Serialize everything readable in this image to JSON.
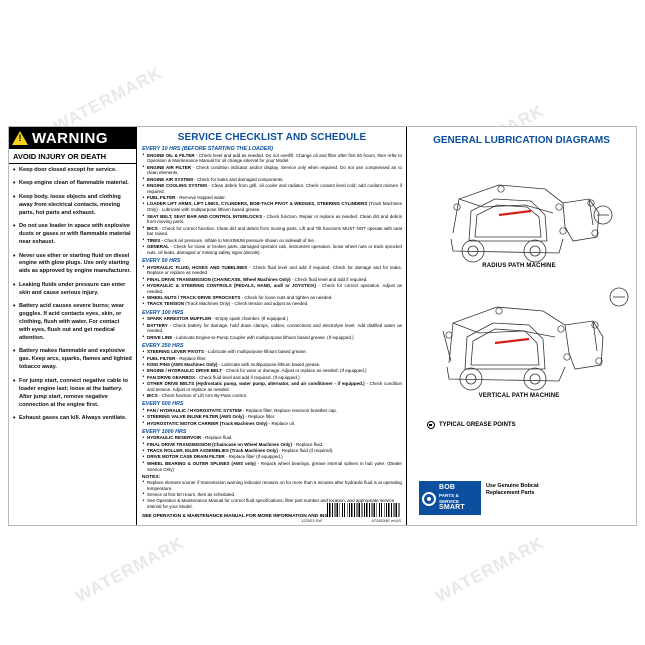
{
  "document": {
    "type": "Bobcat loader service decal",
    "part_number_right": "6734534E enUS",
    "part_number_left": "122923 SW"
  },
  "warning_panel": {
    "title": "WARNING",
    "subtitle": "AVOID INJURY OR DEATH",
    "items": [
      "Keep door closed except for service.",
      "Keep engine clean of flammable material.",
      "Keep body, loose objects and clothing away from electrical contacts, moving parts, hot parts and exhaust.",
      "Do not use loader in space with explosive dusts or gases or with flammable material near exhaust.",
      "Never use ether or starting fluid on diesel engine with glow plugs. Use only starting aids as approved by engine manufacturer.",
      "Leaking fluids under pressure can enter skin and cause serious injury.",
      "Battery acid causes severe burns; wear goggles.  If acid contacts eyes, skin, or clothing, flush with water. For contact with eyes, flush out and get medical attention.",
      "Battery makes flammable and explosive gas. Keep arcs, sparks, flames and lighted tobacco away.",
      "For jump start, connect negative cable to loader engine last; loose at the battery. After jump start, remove negative connection at the engine first.",
      "Exhaust gases can kill. Always ventilate."
    ]
  },
  "service_panel": {
    "title": "SERVICE CHECKLIST AND SCHEDULE",
    "groups": [
      {
        "heading": "EVERY 10 HRS (BEFORE STARTING THE LOADER)",
        "items": [
          "<b>ENGINE OIL &amp; FILTER</b> - Check level and add as needed.  Do not overfill.  Change oil and filter after first 50 hours, then refer to Operation &amp; Maintenance Manual for oil change interval for your Model.",
          "<b>ENGINE AIR FILTER</b> - Check condition indicator and/or display.  Service only when required.  Do not use compressed air to clean elements.",
          "<b>ENGINE AIR SYSTEM</b> - Check for leaks and damaged components.",
          "<b>ENGINE COOLING SYSTEM</b> - Clean debris from grill, oil cooler and radiator.  Check coolant level cold; add coolant mixture if required.",
          "<b>FUEL FILTER</b> - Remove trapped water.",
          "<b>LOADER LIFT ARMS, LIFT LINKS, CYLINDERS, BOB-TACH PIVOT &amp; WEDGES, STEERING CYLINDERS</b> (Track Machines Only) - Lubricate with multipurpose lithium based grease.",
          "<b>SEAT BELT, SEAT BAR AND CONTROL INTERLOCKS</b> - Check function.  Repair or replace as needed.  Clean dirt and debris from moving parts.",
          "<b>BICS</b> - Check for correct function.  Clean dirt and debris from moving parts.  Lift and Tilt functions MUST NOT operate with seat bar raised.",
          "<b>TIRES</b> - Check air pressure.  Inflate to MAXIMUM pressure shown on sidewall of tire.",
          "<b>GENERAL</b> - Check for loose or broken parts, damaged operator cab, instrument operation, loose wheel nuts or track sprocket nuts, oil leaks, damaged or missing safety signs (decals)."
        ]
      },
      {
        "heading": "EVERY 50 HRS",
        "items": [
          "<b>HYDRAULIC FLUID, HOSES AND TUBELINES</b> - Check fluid level and add if required.  Check for damage and for leaks.  Replace or replace as needed.",
          "<b>FINAL DRIVE TRANSMISSION (CHAINCASE, Wheel Machines Only)</b> - Check fluid level and add if required.",
          "<b>HYDRAULIC &amp; STEERING CONTROLS (PEDALS, HAND, and/ or JOYSTICK)</b> - Check for correct operation.  Adjust as needed.",
          "<b>WHEEL NUTS / TRACK DRIVE SPROCKETS</b> - Check for loose nuts and tighten as needed.",
          "<b>TRACK TENSION</b> (Track Machines Only) - Check tension and adjust as needed."
        ]
      },
      {
        "heading": "EVERY 100 HRS",
        "items": [
          "<b>SPARK ARRESTOR MUFFLER</b> - Empty spark chamber.  (If equipped.)",
          "<b>BATTERY</b> - Check battery for damage, hold down clamps, cables, connections and electrolyte level.  Add distilled water as needed.",
          "<b>DRIVE LINE</b> - Lubricate Engine-to-Pump Coupler with multipurpose lithium based grease.  (If equipped.)"
        ]
      },
      {
        "heading": "EVERY 250 HRS",
        "items": [
          "<b>STEERING LEVER PIVOTS</b> - Lubricate with multipurpose lithium based grease.",
          "<b>FUEL FILTER</b> - Replace filter.",
          "<b>KING PINS (AWS Machines Only)</b> - Lubricate with multipurpose lithium based grease.",
          "<b>ENGINE / HYDRAULIC DRIVE BELT</b> - Check for wear or damage.  Adjust or replace as needed.  (If equipped.)",
          "<b>FAN DRIVE GEARBOX</b> - Check fluid level and add if required.  (If equipped.)",
          "<b>OTHER DRIVE BELTS (Hydrostatic pump, water pump, alternator, and air conditioner - if equipped.)</b> - Check condition and tension.  Adjust or replace as needed.",
          "<b>BICS</b> - Check function of Lift Arm By-Pass control."
        ]
      },
      {
        "heading": "EVERY 500 HRS",
        "items": [
          "<b>FAN / HYDRAULIC / HYDROSTATIC SYSTEM</b> - Replace filter.  Replace reservoir breather cap.",
          "<b>STEERING VALVE INLINE FILTER (AWS Only)</b> - Replace filter.",
          "<b>HYDROSTATIC MOTOR CARRIER (Track Machines Only)</b> - Replace oil."
        ]
      },
      {
        "heading": "EVERY 1000 HRS",
        "items": [
          "<b>HYDRAULIC RESERVOIR</b> - Replace fluid.",
          "<b>FINAL DRIVE TRANSMISSION (Chaincase on Wheel Machines Only)</b> - Replace fluid.",
          "<b>TRACK ROLLER, IDLER ASSEMBLIES (Track Machines Only)</b> - Replace fluid (if required).",
          "<b>DRIVE MOTOR CASE DRAIN FILTER</b> - Replace filter (If equipped.)",
          "<b>WHEEL BEARING &amp; OUTER SPLINES (AWS only)</b> - Repack wheel bearings, grease internal splines in hub yoke.  (Dealer Service Only)"
        ]
      }
    ],
    "notes_heading": "NOTES:",
    "notes": [
      "Replace element sooner if transmission warning indicator remains on for more than 5 minutes after hydraulic fluid is at operating temperature.",
      "Service at first 50 Hours, then as scheduled.",
      "See Operation &amp; Maintenance Manual for correct fluid specifications, filter part number and location, and appropriate service interval for your Model."
    ],
    "footer": "SEE OPERATION &amp; MAINTENANCE MANUAL FOR MORE INFORMATION AND INSTRUCTIONS."
  },
  "lubrication_panel": {
    "title": "GENERAL LUBRICATION DIAGRAMS",
    "caption_top": "RADIUS PATH MACHINE",
    "caption_bottom": "VERTICAL PATH MACHINE",
    "legend": "TYPICAL GREASE POINTS",
    "logo": {
      "line1": "BOB",
      "line2": "PARTS & SERVICE",
      "line3": "SMART"
    },
    "logo_caption": "Use Genuine Bobcat\nReplacement Parts"
  },
  "watermarks": [
    "WATERMARK",
    "WATERMARK",
    "WATERMARK",
    "WATERMARK",
    "WATERMARK",
    "WATERMARK"
  ],
  "colors": {
    "brand_blue": "#0b4f9e",
    "warning_yellow": "#f7d117",
    "accent_red": "#d42018",
    "black": "#000000"
  }
}
